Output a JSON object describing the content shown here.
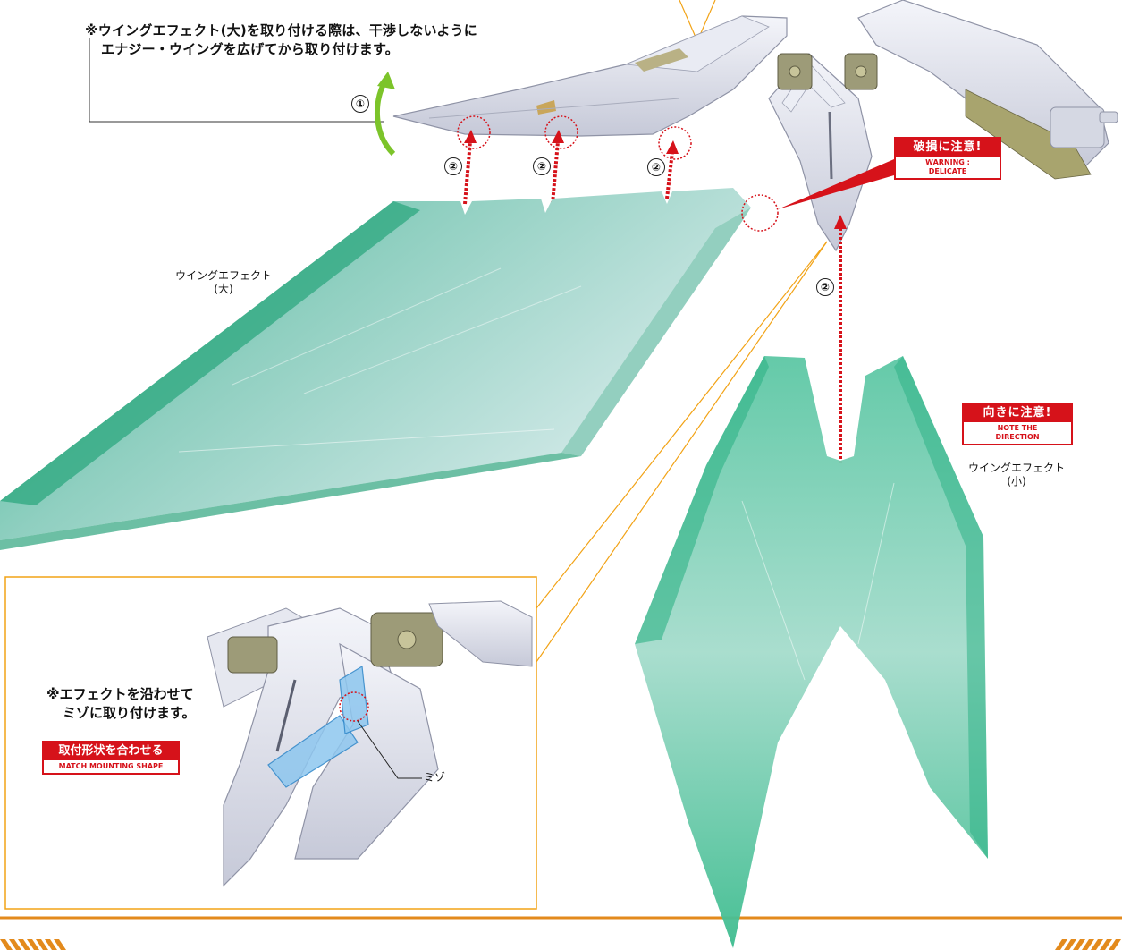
{
  "instructions": {
    "top_note_line1": "※ウイングエフェクト(大)を取り付ける際は、干渉しないように",
    "top_note_line2": "エナジー・ウイングを広げてから取り付けます。",
    "step1": "①",
    "step2": "②",
    "inset_note_line1": "※エフェクトを沿わせて",
    "inset_note_line2": "ミゾに取り付けます。"
  },
  "parts": {
    "large_effect_line1": "ウイングエフェクト",
    "large_effect_line2": "(大)",
    "small_effect_line1": "ウイングエフェクト",
    "small_effect_line2": "(小)",
    "groove_label": "ミゾ"
  },
  "badges": {
    "delicate_jp": "破損に注意!",
    "delicate_en_line1": "WARNING :",
    "delicate_en_line2": "DELICATE",
    "direction_jp": "向きに注意!",
    "direction_en_line1": "NOTE THE",
    "direction_en_line2": "DIRECTION",
    "match_jp": "取付形状を合わせる",
    "match_en": "MATCH MOUNTING SHAPE"
  },
  "colors": {
    "effect_green": "#3fbf96",
    "effect_light": "#cfe6e4",
    "warning_red": "#d6121a",
    "leader_orange": "#f2a316",
    "arrow_green": "#7cc42a",
    "rule_orange": "#e38a1c"
  }
}
